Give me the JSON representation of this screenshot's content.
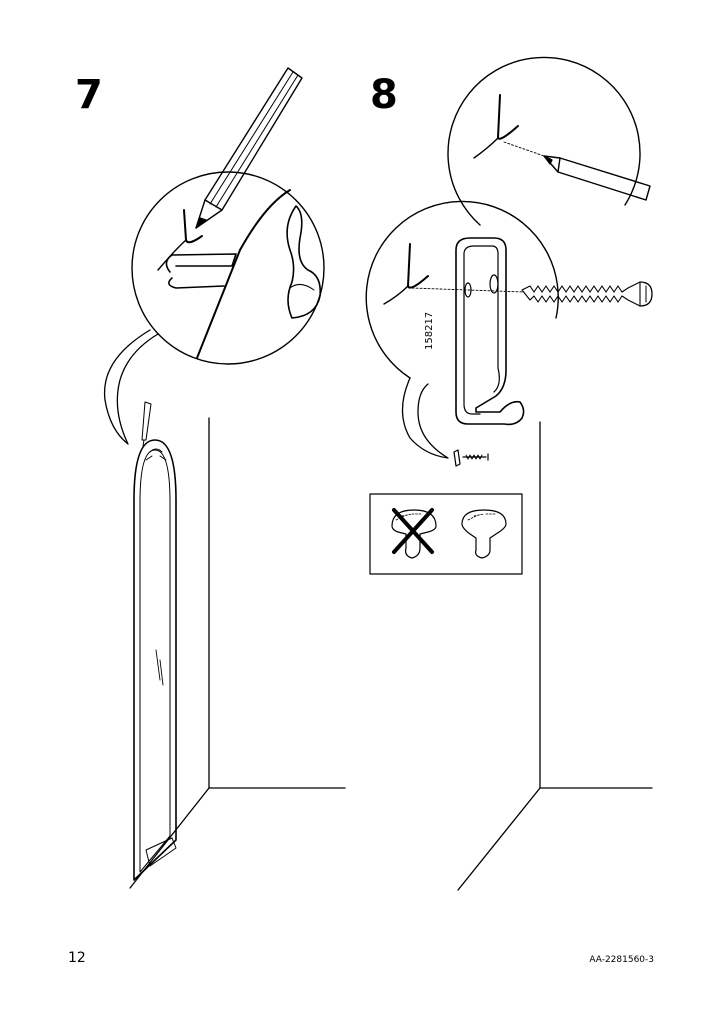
{
  "steps": [
    {
      "number": "7"
    },
    {
      "number": "8"
    }
  ],
  "part_number": "158217",
  "footer": {
    "page_number": "12",
    "document_code": "AA-2281560-3"
  },
  "icons": [
    "pencil-icon",
    "wall-mark-icon",
    "hook-bracket-icon",
    "screw-icon",
    "mirror-icon",
    "wall-corner-icon",
    "wrong-screw-head-icon",
    "correct-screw-head-icon",
    "cross-mark-icon"
  ]
}
